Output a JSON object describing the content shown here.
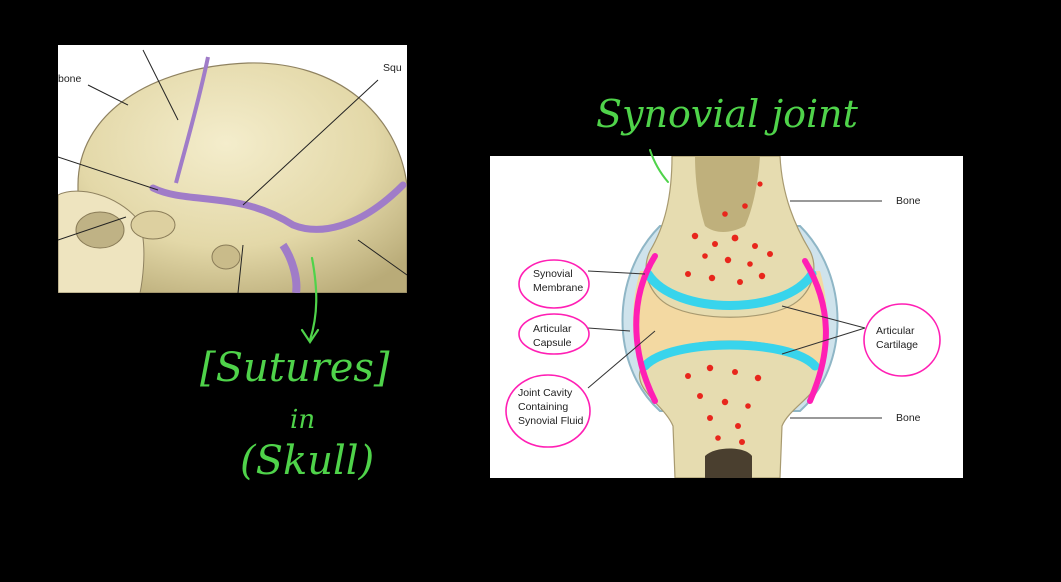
{
  "skull_figure": {
    "labels": {
      "bone_partial": "bone",
      "squamous_partial": "Squ"
    }
  },
  "joint_figure": {
    "labels": {
      "synovial_membrane": "Synovial\nMembrane",
      "articular_capsule": "Articular\nCapsule",
      "joint_cavity": "Joint Cavity\nContaining\nSynovial Fluid",
      "bone_top": "Bone",
      "articular_cartilage": "Articular\nCartilage",
      "bone_bottom": "Bone"
    }
  },
  "handwriting": {
    "title": "Synovial joint",
    "sutures": "[Sutures]",
    "in": "in",
    "skull": "(Skull)"
  },
  "colors": {
    "background": "#000000",
    "ink_green": "#4fd34a",
    "highlight_magenta": "#ff1fb4",
    "cartilage_cyan": "#38d4ec",
    "suture_purple": "#a07cc8",
    "bone_beige": "#e6dcb0",
    "marrow_red": "#e8261c"
  }
}
